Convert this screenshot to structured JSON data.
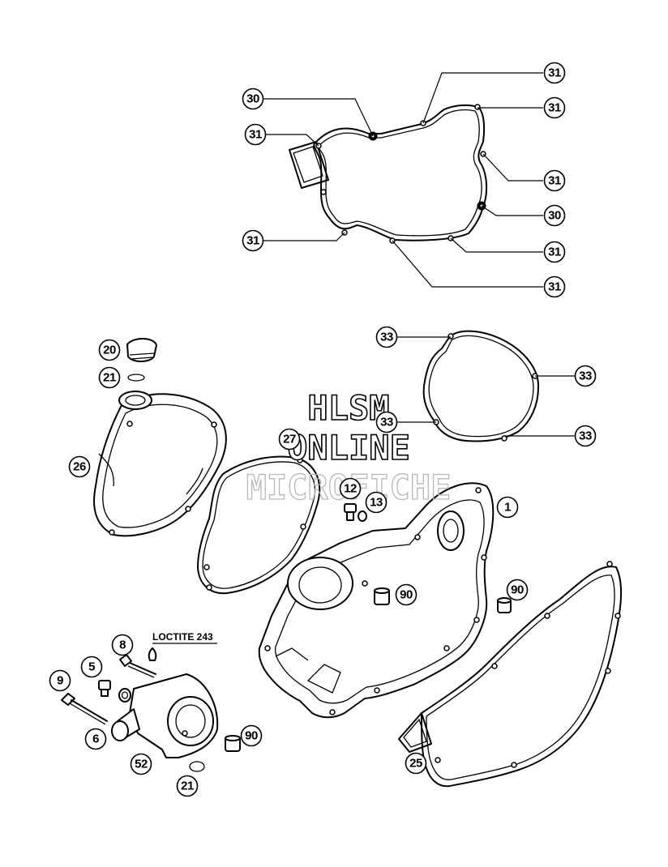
{
  "callouts": [
    "1",
    "5",
    "6",
    "8",
    "9",
    "12",
    "13",
    "20",
    "21",
    "21",
    "25",
    "26",
    "27",
    "30",
    "30",
    "31",
    "31",
    "31",
    "31",
    "31",
    "31",
    "31",
    "33",
    "33",
    "33",
    "33",
    "52",
    "90",
    "90",
    "90"
  ],
  "note": "LOCTITE 243",
  "watermark": [
    "HLSM",
    "ONLINE",
    "MICROFICHE"
  ]
}
